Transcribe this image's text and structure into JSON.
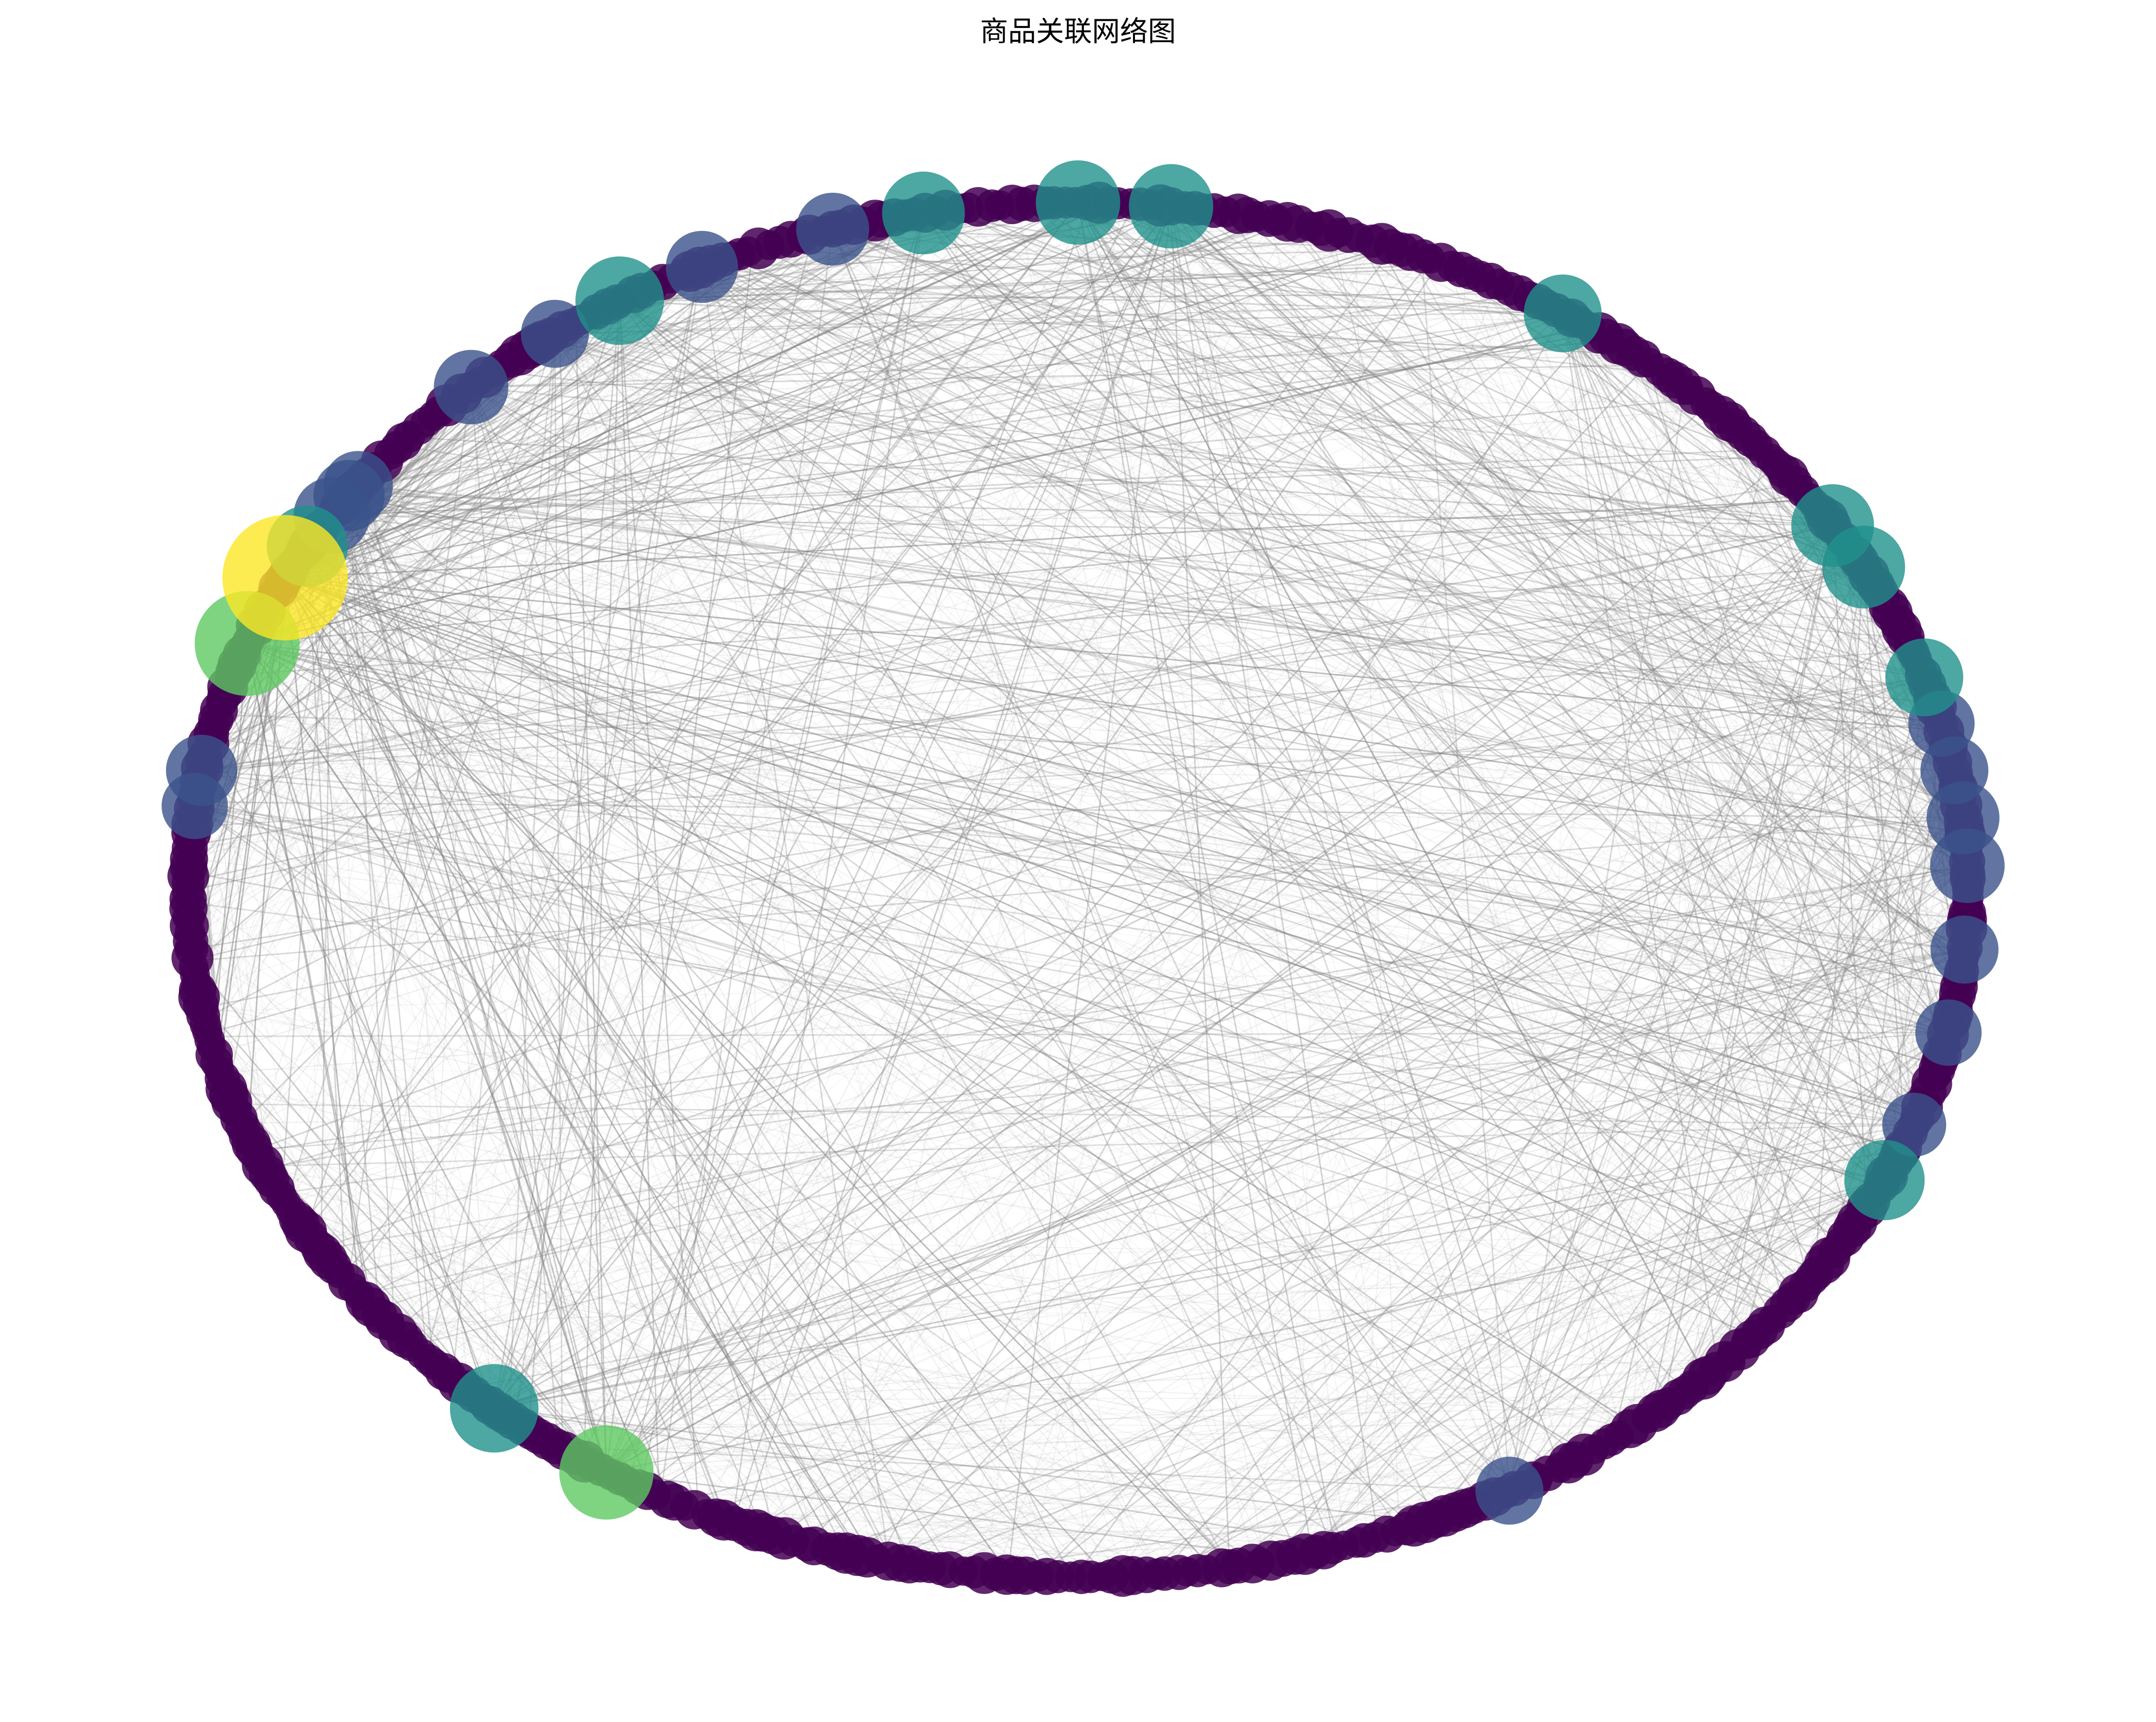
{
  "title": "商品关联网络图",
  "palette": [
    "#440154",
    "#3b528b",
    "#21918c",
    "#5ec962",
    "#fde725"
  ],
  "edge_color": "#808080",
  "node_count": 520,
  "hubs": [
    {
      "angle": 153,
      "degree": 1.0
    },
    {
      "angle": 159,
      "degree": 0.75
    },
    {
      "angle": 238,
      "degree": 0.62
    },
    {
      "angle": 229,
      "degree": 0.55
    },
    {
      "angle": 121,
      "degree": 0.55
    },
    {
      "angle": 90,
      "degree": 0.5
    },
    {
      "angle": 84,
      "degree": 0.5
    },
    {
      "angle": 28,
      "degree": 0.48
    },
    {
      "angle": 32,
      "degree": 0.48
    },
    {
      "angle": 100,
      "degree": 0.48
    },
    {
      "angle": 150,
      "degree": 0.46
    },
    {
      "angle": 335,
      "degree": 0.45
    },
    {
      "angle": 57,
      "degree": 0.42
    },
    {
      "angle": 18,
      "degree": 0.42
    },
    {
      "angle": 147,
      "degree": 0.4
    },
    {
      "angle": 133,
      "degree": 0.38
    },
    {
      "angle": 2,
      "degree": 0.38
    },
    {
      "angle": 6,
      "degree": 0.36
    },
    {
      "angle": 106,
      "degree": 0.36
    },
    {
      "angle": 115,
      "degree": 0.35
    },
    {
      "angle": 145,
      "degree": 0.34
    },
    {
      "angle": 170,
      "degree": 0.34
    },
    {
      "angle": 299,
      "degree": 0.3
    },
    {
      "angle": 144,
      "degree": 0.32
    },
    {
      "angle": 355,
      "degree": 0.3
    },
    {
      "angle": 348,
      "degree": 0.28
    },
    {
      "angle": 10,
      "degree": 0.3
    },
    {
      "angle": 14,
      "degree": 0.28
    },
    {
      "angle": 126,
      "degree": 0.3
    },
    {
      "angle": 173,
      "degree": 0.28
    },
    {
      "angle": 340,
      "degree": 0.25
    }
  ]
}
